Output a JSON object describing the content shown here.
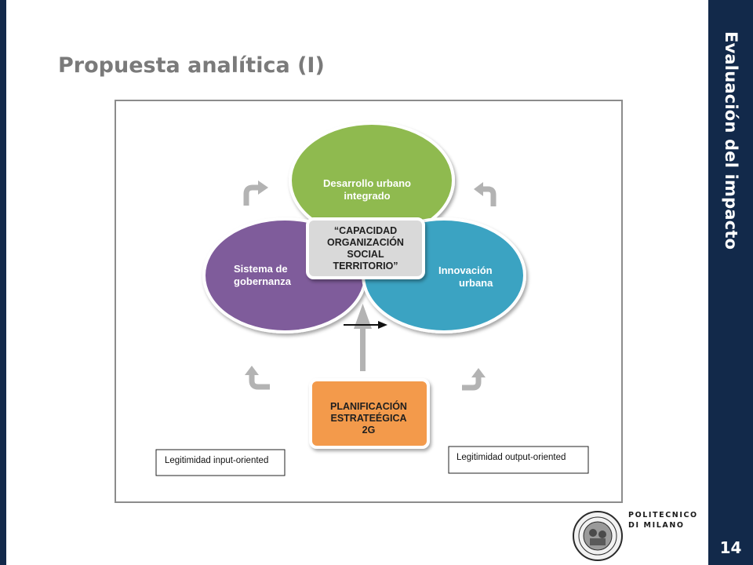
{
  "slide": {
    "title": "Propuesta analítica (I)",
    "section_title": "Evaluación del impacto",
    "page_number": "14"
  },
  "diagram": {
    "top_circle": {
      "line1": "Desarrollo urbano",
      "line2": "integrado",
      "color": "#8fba4f"
    },
    "left_circle": {
      "line1": "Sistema de",
      "line2": "gobernanza",
      "color": "#7f5b9b"
    },
    "right_circle": {
      "line1": "Innovación",
      "line2": "urbana",
      "color": "#3aa3c2"
    },
    "center_box": {
      "line1": "“CAPACIDAD",
      "line2": "ORGANIZACIÓN",
      "line3": "SOCIAL",
      "line4": "TERRITORIO”",
      "color": "#d9d9d9"
    },
    "bottom_box": {
      "line1": "PLANIFICACIÓN",
      "line2": "ESTRATEÉGICA",
      "line3": "2G",
      "color": "#f39a4b"
    },
    "legend_left": "Legitimidad input-oriented",
    "legend_right": "Legitimidad output-oriented"
  },
  "logo": {
    "line1": "POLITECNICO",
    "line2": "DI MILANO"
  },
  "colors": {
    "bar": "#12294a",
    "title": "#7a7a7a",
    "arrow_gray": "#b3b3b3"
  }
}
